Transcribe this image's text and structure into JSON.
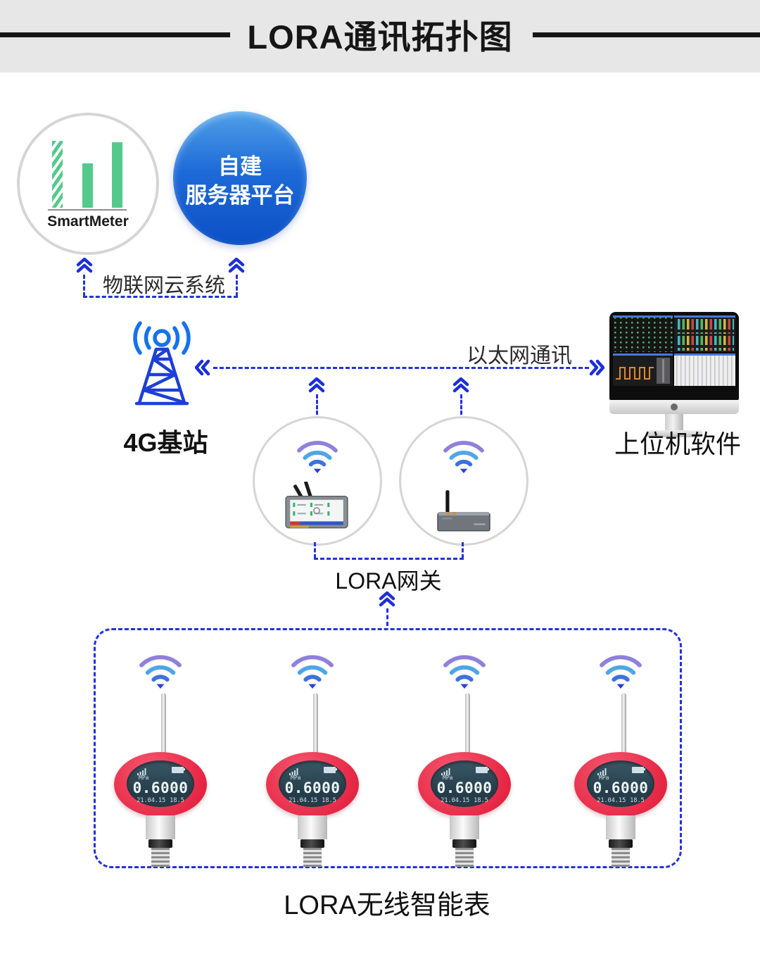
{
  "header": {
    "title": "LORA通讯拓扑图"
  },
  "cloud": {
    "smartmeter_label": "SmartMeter",
    "server_line1": "自建",
    "server_line2": "服务器平台",
    "link_label": "物联网云系统"
  },
  "backbone": {
    "base_station_label": "4G基站",
    "ethernet_label": "以太网通讯",
    "host_label": "上位机软件"
  },
  "gateway": {
    "label": "LORA网关"
  },
  "meters": {
    "section_label": "LORA无线智能表",
    "units": [
      {
        "unit": "MPa",
        "reading": "0.6000",
        "date": "21.04.15",
        "time": "18.5"
      },
      {
        "unit": "MPa",
        "reading": "0.6000",
        "date": "21.04.15",
        "time": "18.5"
      },
      {
        "unit": "MPa",
        "reading": "0.6000",
        "date": "21.04.15",
        "time": "18.5"
      },
      {
        "unit": "MPa",
        "reading": "0.6000",
        "date": "21.04.15",
        "time": "18.5"
      }
    ]
  },
  "colors": {
    "connector_blue": "#2231E0",
    "server_blue_top": "#4FA0E8",
    "server_blue_bottom": "#0C4FC5",
    "logo_green": "#53CA8B",
    "meter_red": "#E62B48",
    "wifi_purple": "#9080DC",
    "wifi_light_blue": "#4FA6E6",
    "wifi_blue": "#3B72DF"
  }
}
